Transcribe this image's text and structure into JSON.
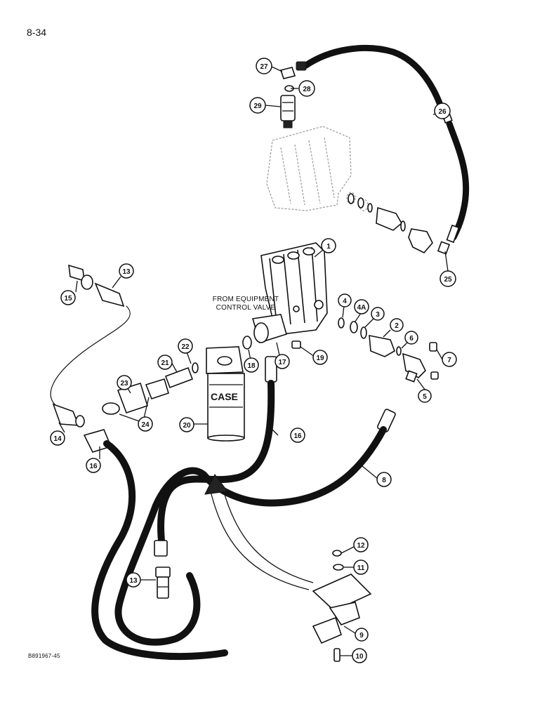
{
  "page_number": "8-34",
  "figure_code": "B891967-45",
  "flow_note": {
    "line1": "FROM EQUIPMENT",
    "line2": "CONTROL VALVE"
  },
  "filter_brand": "CASE",
  "callouts": [
    {
      "id": "c1",
      "label": "1"
    },
    {
      "id": "c2",
      "label": "2"
    },
    {
      "id": "c3",
      "label": "3"
    },
    {
      "id": "c4",
      "label": "4"
    },
    {
      "id": "c4a",
      "label": "4A"
    },
    {
      "id": "c5",
      "label": "5"
    },
    {
      "id": "c6",
      "label": "6"
    },
    {
      "id": "c7",
      "label": "7"
    },
    {
      "id": "c8",
      "label": "8"
    },
    {
      "id": "c9",
      "label": "9"
    },
    {
      "id": "c10",
      "label": "10"
    },
    {
      "id": "c11",
      "label": "11"
    },
    {
      "id": "c12",
      "label": "12"
    },
    {
      "id": "c13a",
      "label": "13"
    },
    {
      "id": "c13b",
      "label": "13"
    },
    {
      "id": "c14",
      "label": "14"
    },
    {
      "id": "c15",
      "label": "15"
    },
    {
      "id": "c16a",
      "label": "16"
    },
    {
      "id": "c16b",
      "label": "16"
    },
    {
      "id": "c17",
      "label": "17"
    },
    {
      "id": "c18",
      "label": "18"
    },
    {
      "id": "c19",
      "label": "19"
    },
    {
      "id": "c20",
      "label": "20"
    },
    {
      "id": "c21",
      "label": "21"
    },
    {
      "id": "c22",
      "label": "22"
    },
    {
      "id": "c23",
      "label": "23"
    },
    {
      "id": "c24",
      "label": "24"
    },
    {
      "id": "c25",
      "label": "25"
    },
    {
      "id": "c26",
      "label": "26"
    },
    {
      "id": "c27",
      "label": "27"
    },
    {
      "id": "c28",
      "label": "28"
    },
    {
      "id": "c29",
      "label": "29"
    }
  ]
}
